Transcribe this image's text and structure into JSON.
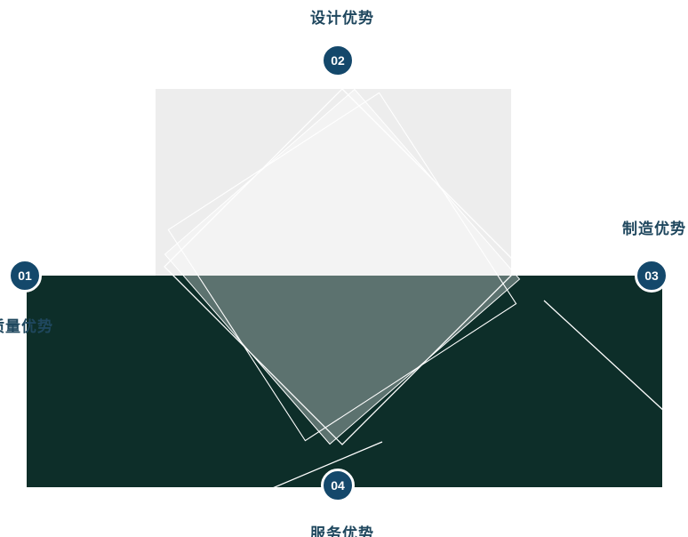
{
  "page": {
    "background": "#ffffff"
  },
  "diagram": {
    "colors": {
      "square": "#ededed",
      "dark_band": "#0d2e29",
      "diamond_overlay": "rgba(255,255,255,0.33)",
      "badge": "#14486b",
      "badge_border": "#ffffff",
      "badge_number_text": "#ffffff",
      "label_text": "#1f475e",
      "line": "#ffffff"
    },
    "items": [
      {
        "number": "01",
        "label": "质量优势",
        "position": "left"
      },
      {
        "number": "02",
        "label": "设计优势",
        "position": "top"
      },
      {
        "number": "03",
        "label": "制造优势",
        "position": "right"
      },
      {
        "number": "04",
        "label": "服务优势",
        "position": "bottom"
      }
    ]
  }
}
